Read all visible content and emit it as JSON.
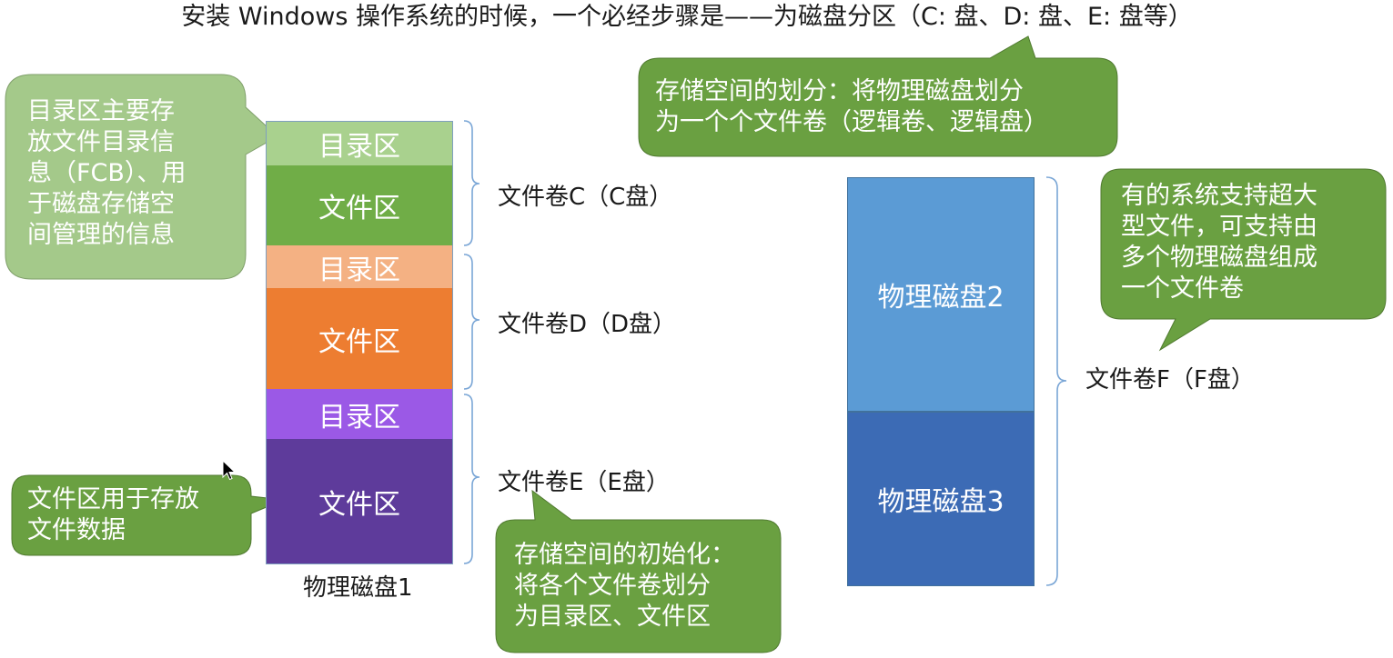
{
  "title": "安装 Windows 操作系统的时候，一个必经步骤是——为磁盘分区（C: 盘、D: 盘、E: 盘等）",
  "disk1": {
    "label": "物理磁盘1",
    "segments": [
      {
        "label": "目录区",
        "color": "#a9d18e"
      },
      {
        "label": "文件区",
        "color": "#70ad47"
      },
      {
        "label": "目录区",
        "color": "#f4b183"
      },
      {
        "label": "文件区",
        "color": "#ed7d31"
      },
      {
        "label": "目录区",
        "color": "#9b59e6"
      },
      {
        "label": "文件区",
        "color": "#5e3b9b"
      }
    ]
  },
  "disk2": {
    "label": "物理磁盘2",
    "color": "#5b9bd5"
  },
  "disk3": {
    "label": "物理磁盘3",
    "color": "#3c6bb5"
  },
  "volumes": {
    "c": "文件卷C（C盘）",
    "d": "文件卷D（D盘）",
    "e": "文件卷E（E盘）",
    "f": "文件卷F（F盘）"
  },
  "callouts": {
    "directory": [
      "目录区主要存",
      "放文件目录信",
      "息（FCB）、用",
      "于磁盘存储空",
      "间管理的信息"
    ],
    "file_area": [
      "文件区用于存放",
      "文件数据"
    ],
    "partition": [
      "存储空间的划分：将物理磁盘划分",
      "为一个个文件卷（逻辑卷、逻辑盘）"
    ],
    "init": [
      "存储空间的初始化：",
      "将各个文件卷划分",
      "为目录区、文件区"
    ],
    "large_file": [
      "有的系统支持超大",
      "型文件，可支持由",
      "多个物理磁盘组成",
      "一个文件卷"
    ]
  },
  "colors": {
    "callout_dark": "#6aa041",
    "callout_light": "#a4c98a",
    "bracket": "#7aa6d6"
  }
}
